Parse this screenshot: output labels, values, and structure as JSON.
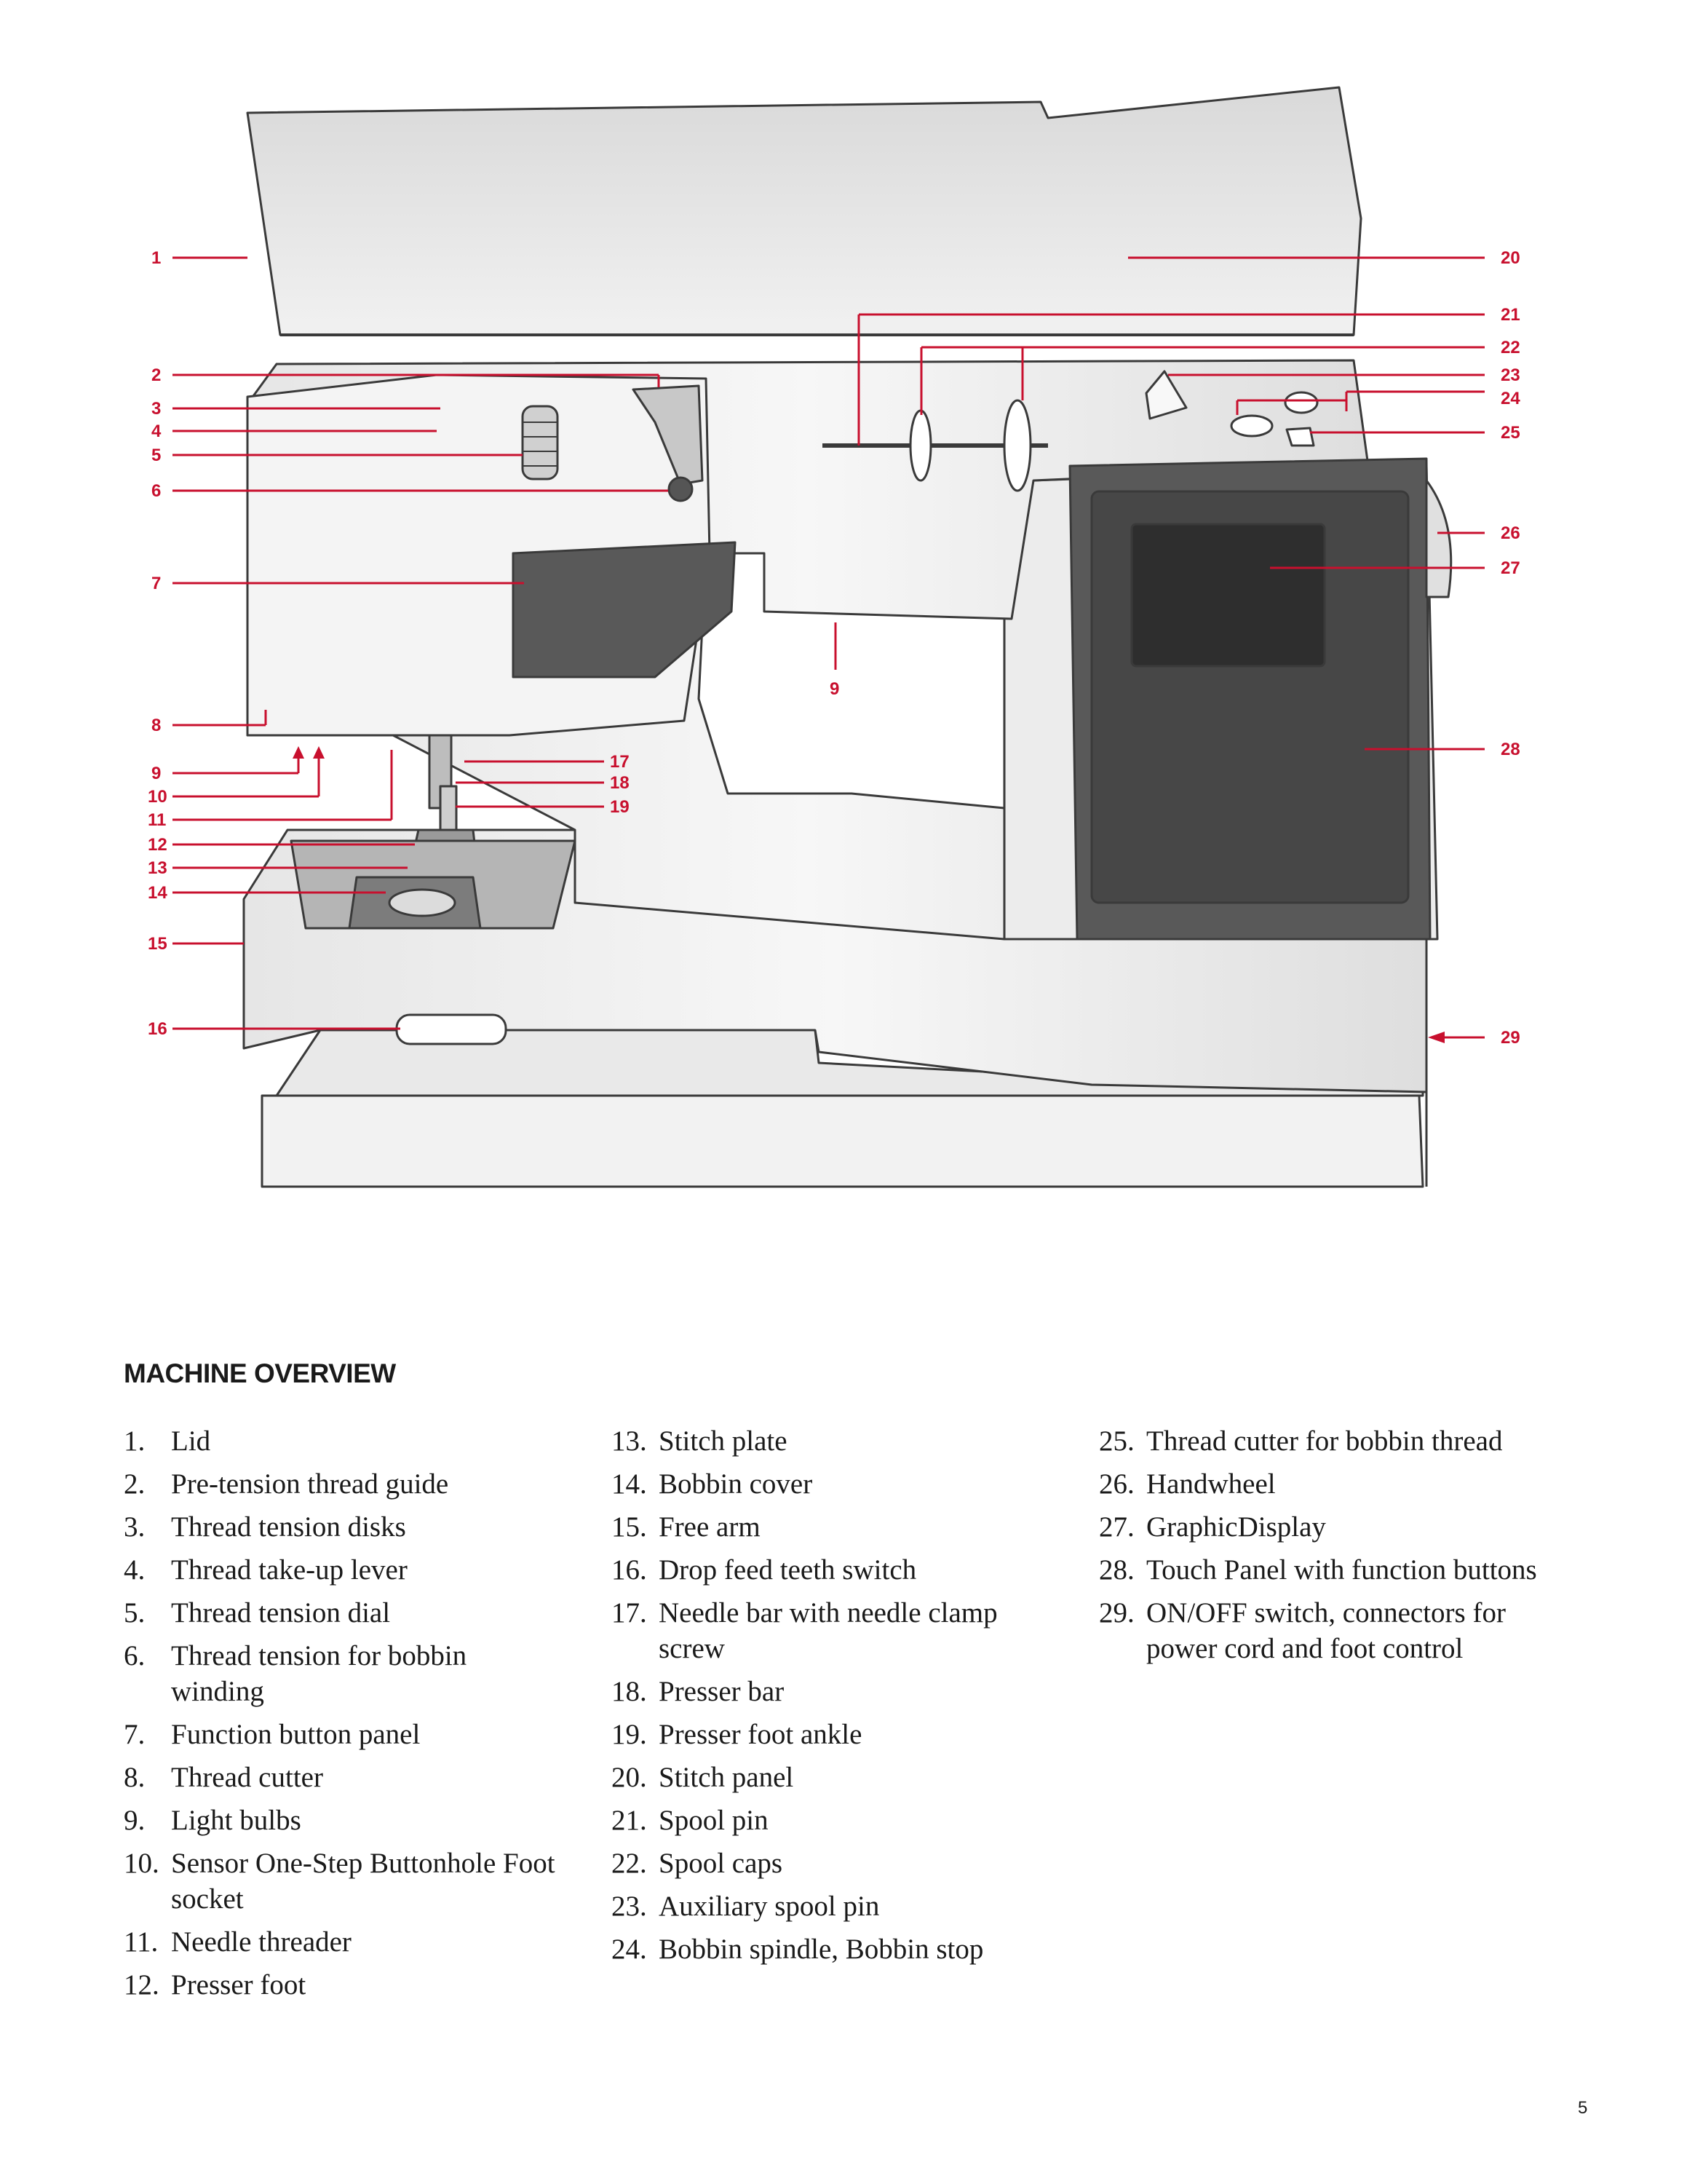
{
  "callouts": [
    "1",
    "2",
    "3",
    "4",
    "5",
    "6",
    "7",
    "8",
    "9",
    "9",
    "10",
    "11",
    "12",
    "13",
    "14",
    "15",
    "16",
    "17",
    "18",
    "19",
    "20",
    "21",
    "22",
    "23",
    "24",
    "25",
    "26",
    "27",
    "28",
    "29"
  ],
  "heading": "MACHINE OVERVIEW",
  "columns": [
    [
      {
        "n": "1.",
        "text": "Lid"
      },
      {
        "n": "2.",
        "text": "Pre-tension thread guide"
      },
      {
        "n": "3.",
        "text": "Thread tension disks"
      },
      {
        "n": "4.",
        "text": "Thread take-up lever"
      },
      {
        "n": "5.",
        "text": "Thread tension dial"
      },
      {
        "n": "6.",
        "text": "Thread tension for bobbin winding"
      },
      {
        "n": "7.",
        "text": "Function button panel"
      },
      {
        "n": "8.",
        "text": "Thread cutter"
      },
      {
        "n": "9.",
        "text": "Light bulbs"
      },
      {
        "n": "10.",
        "text": "Sensor One-Step Buttonhole Foot socket"
      },
      {
        "n": "11.",
        "text": "Needle threader"
      },
      {
        "n": "12.",
        "text": "Presser foot"
      }
    ],
    [
      {
        "n": "13.",
        "text": "Stitch plate"
      },
      {
        "n": "14.",
        "text": "Bobbin cover"
      },
      {
        "n": "15.",
        "text": "Free arm"
      },
      {
        "n": "16.",
        "text": "Drop feed teeth switch"
      },
      {
        "n": "17.",
        "text": "Needle bar with needle clamp screw"
      },
      {
        "n": "18.",
        "text": "Presser bar"
      },
      {
        "n": "19.",
        "text": "Presser foot ankle"
      },
      {
        "n": "20.",
        "text": "Stitch panel"
      },
      {
        "n": "21.",
        "text": "Spool pin"
      },
      {
        "n": "22.",
        "text": "Spool caps"
      },
      {
        "n": "23.",
        "text": "Auxiliary spool pin"
      },
      {
        "n": "24.",
        "text": "Bobbin spindle, Bobbin stop"
      }
    ],
    [
      {
        "n": "25.",
        "text": "Thread cutter for bobbin thread"
      },
      {
        "n": "26.",
        "text": "Handwheel"
      },
      {
        "n": "27.",
        "text": "GraphicDisplay"
      },
      {
        "n": "28.",
        "text": "Touch Panel with function buttons"
      },
      {
        "n": "29.",
        "text": "ON/OFF switch, connectors for power cord and foot control"
      }
    ]
  ],
  "page_number": "5",
  "colors": {
    "callout": "#c8102e",
    "outline": "#3a3a3a",
    "text": "#1a1a1a",
    "display": "#4a4a4a",
    "panel_dark": "#595959"
  }
}
